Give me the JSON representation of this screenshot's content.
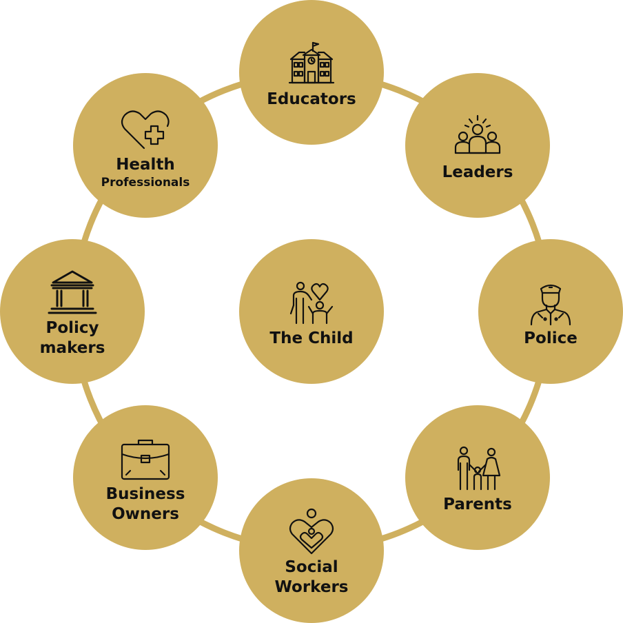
{
  "colors": {
    "circle_fill": "#cfb05f",
    "ring_stroke": "#cfb05f",
    "text": "#111111",
    "background": "#ffffff"
  },
  "center": {
    "label": "The Child",
    "icon": "family-heart-icon"
  },
  "nodes": [
    {
      "id": "educators",
      "label": "Educators",
      "sublabel": "",
      "icon": "school-building-icon"
    },
    {
      "id": "leaders",
      "label": "Leaders",
      "sublabel": "",
      "icon": "leader-group-icon"
    },
    {
      "id": "police",
      "label": "Police",
      "sublabel": "",
      "icon": "police-officer-icon"
    },
    {
      "id": "parents",
      "label": "Parents",
      "sublabel": "",
      "icon": "parents-child-icon"
    },
    {
      "id": "social-workers",
      "label": "Social",
      "sublabel_lg": "Workers",
      "icon": "heart-care-icon"
    },
    {
      "id": "business-owners",
      "label": "Business",
      "sublabel_lg": "Owners",
      "icon": "briefcase-icon"
    },
    {
      "id": "policy-makers",
      "label": "Policy",
      "sublabel_lg": "makers",
      "icon": "government-building-icon"
    },
    {
      "id": "health-professionals",
      "label": "Health",
      "sublabel": "Professionals",
      "icon": "heart-plus-icon"
    }
  ]
}
